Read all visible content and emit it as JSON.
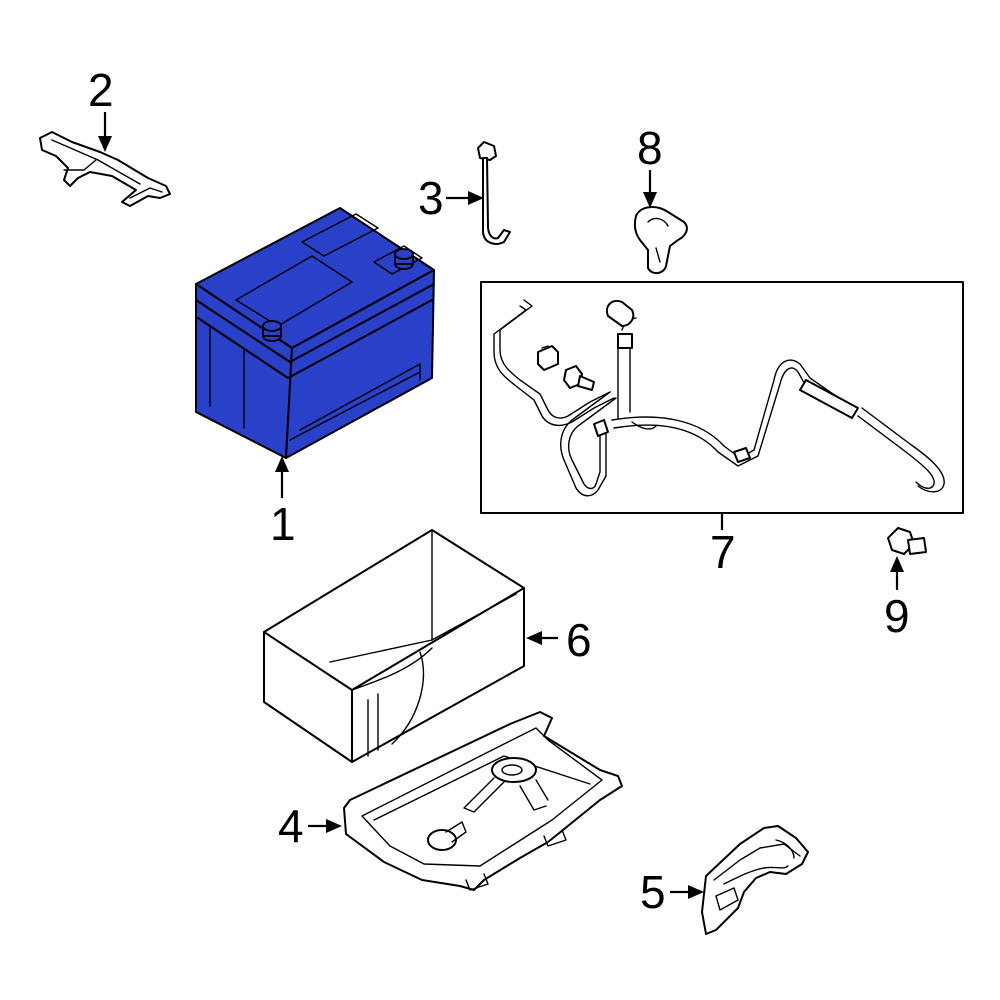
{
  "diagram": {
    "accent_color": "#2940c8",
    "callouts": [
      "1",
      "2",
      "3",
      "4",
      "5",
      "6",
      "7",
      "8",
      "9"
    ],
    "parts": [
      {
        "id": "1",
        "icon": "battery-icon"
      },
      {
        "id": "2",
        "icon": "hold-down-clamp-icon"
      },
      {
        "id": "3",
        "icon": "j-bolt-icon"
      },
      {
        "id": "4",
        "icon": "battery-tray-icon"
      },
      {
        "id": "5",
        "icon": "bracket-icon"
      },
      {
        "id": "6",
        "icon": "battery-box-icon"
      },
      {
        "id": "7",
        "icon": "cable-harness-icon"
      },
      {
        "id": "8",
        "icon": "terminal-cover-icon"
      },
      {
        "id": "9",
        "icon": "bolt-icon"
      }
    ]
  }
}
